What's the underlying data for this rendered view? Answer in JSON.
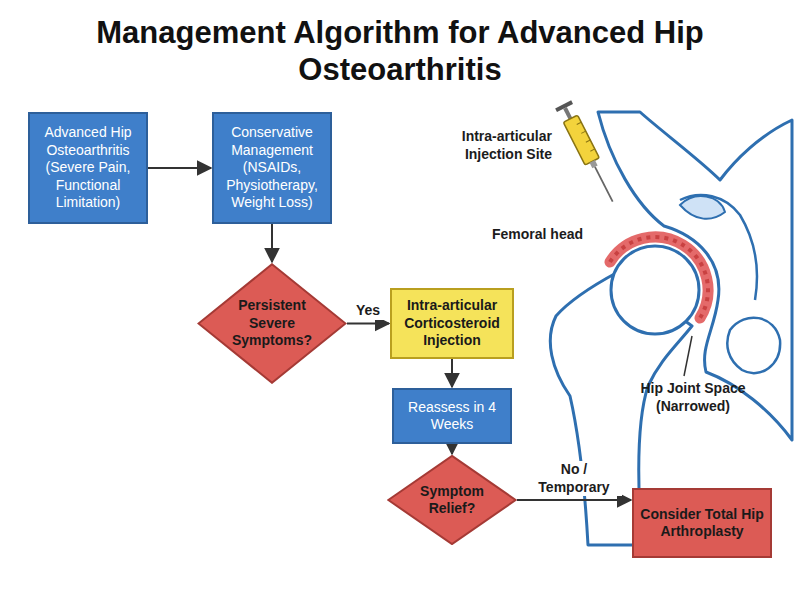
{
  "diagram": {
    "title": "Management Algorithm for Advanced Hip Osteoarthritis",
    "nodes": [
      {
        "text": [
          "Advanced Hip Osteoarthritis (Severe Pain, Functional Limitation)"
        ]
      },
      {
        "text": [
          "Conservative Management (NSAIDs, Physiotherapy, Weight Loss)"
        ]
      },
      {
        "text": [
          "Persistent Severe Symptoms?"
        ]
      },
      {
        "text": [
          "Intra-articular Corticosteroid Injection"
        ]
      },
      {
        "text": [
          "Reassess in 4 Weeks"
        ]
      },
      {
        "text": [
          "Symptom Relief?"
        ]
      },
      {
        "text": [
          "Consider Total Hip Arthroplasty"
        ]
      }
    ],
    "edges": [
      {
        "from": 0,
        "to": 1,
        "arrow": "to"
      },
      {
        "from": 1,
        "to": 2,
        "arrow": "to"
      },
      {
        "from": 2,
        "to": 3,
        "label": "Yes",
        "arrow": "to"
      },
      {
        "from": 3,
        "to": 4,
        "arrow": "to"
      },
      {
        "from": 4,
        "to": 5,
        "arrow": "to"
      },
      {
        "from": 5,
        "to": 6,
        "label": "No / Temporary",
        "arrow": "to"
      }
    ],
    "labels": [
      "Intra-articular Injection Site",
      "Femoral head",
      "Hip Joint Space (Narrowed)"
    ]
  }
}
